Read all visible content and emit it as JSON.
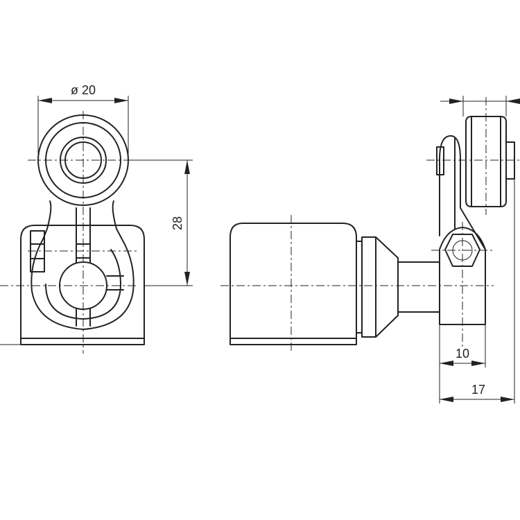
{
  "dimensions": {
    "roller_diameter": "ø 20",
    "center_distance": "28",
    "lever_width": "10",
    "overall_depth": "17"
  }
}
